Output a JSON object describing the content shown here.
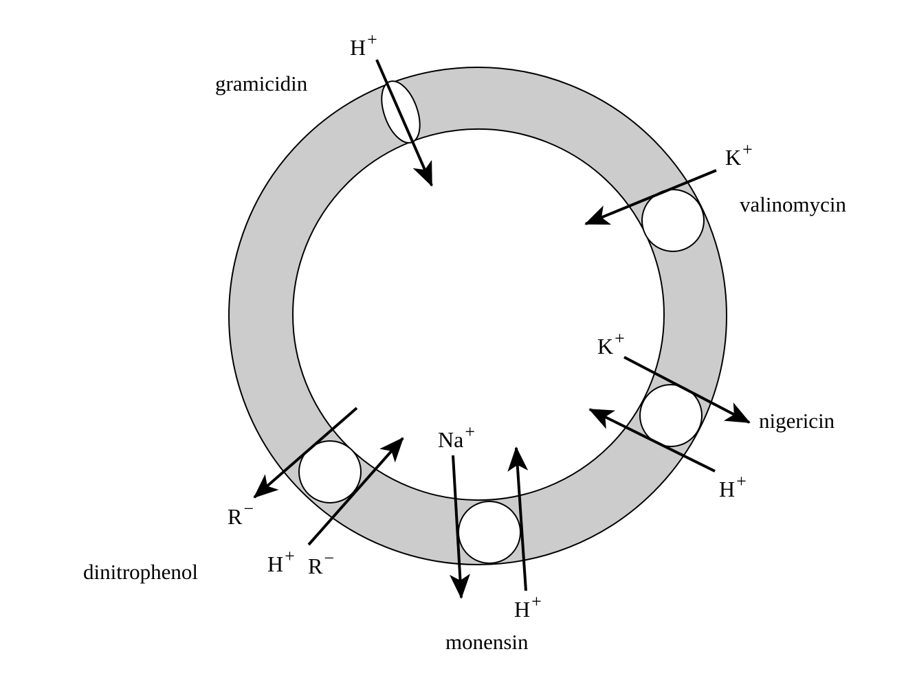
{
  "ionophores": {
    "gramicidin": {
      "name": "gramicidin",
      "ion": "H",
      "charge": "+"
    },
    "valinomycin": {
      "name": "valinomycin",
      "ion": "K",
      "charge": "+"
    },
    "nigericin": {
      "name": "nigericin",
      "ion_out": "K",
      "ion_out_charge": "+",
      "ion_in": "H",
      "ion_in_charge": "+"
    },
    "monensin": {
      "name": "monensin",
      "ion_out": "Na",
      "ion_out_charge": "+",
      "ion_in": "H",
      "ion_in_charge": "+"
    },
    "dinitrophenol": {
      "name": "dinitrophenol",
      "anion_out": "R",
      "anion_out_charge": "−",
      "proton": "H",
      "proton_charge": "+",
      "anion_in": "R",
      "anion_in_charge": "−"
    }
  },
  "colors": {
    "membrane": "#cccccc",
    "stroke": "#000000",
    "background": "#ffffff"
  }
}
